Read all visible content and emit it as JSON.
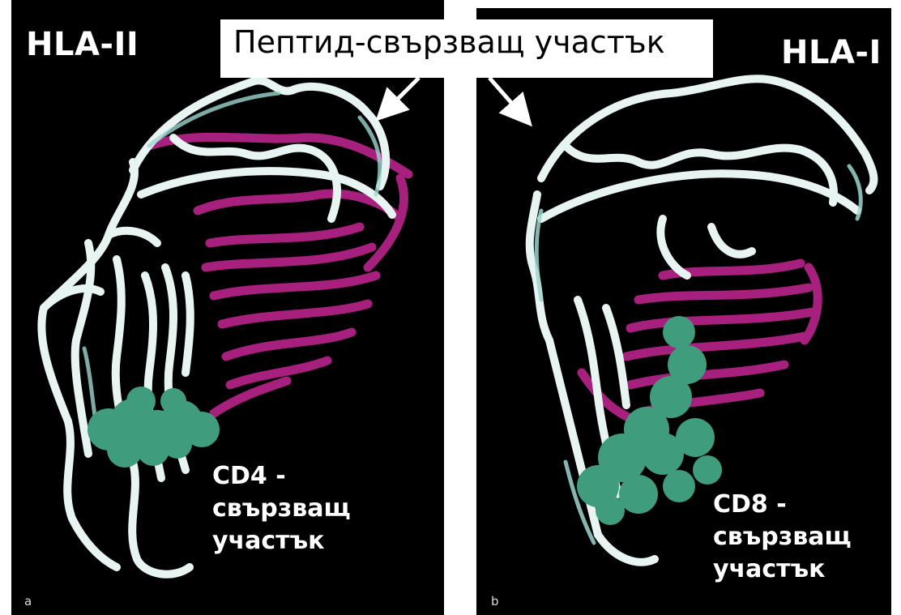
{
  "titles": {
    "left": "HLA-II",
    "right": "HLA-I"
  },
  "peptide_site": "Пептид-свързващ участък",
  "cd4_site": {
    "line1": "CD4 -",
    "line2": "свързващ",
    "line3": "участък"
  },
  "cd8_site": {
    "line1": "CD8 -",
    "line2": "свързващ",
    "line3": "участък"
  },
  "panel_letters": {
    "a": "a",
    "b": "b"
  },
  "colors": {
    "background": "#000000",
    "ribbon_white": "#e8f4f2",
    "ribbon_magenta": "#a8207e",
    "binding_green": "#3f9c7c"
  }
}
